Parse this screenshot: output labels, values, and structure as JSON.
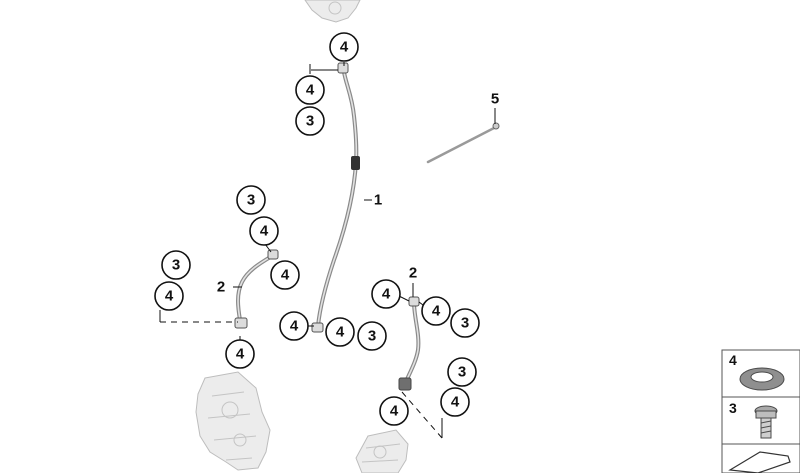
{
  "callouts": {
    "top_4": "4",
    "upper_left_4": "4",
    "upper_left_3": "3",
    "mid_left_3": "3",
    "mid_left_4": "4",
    "mid_right_4": "4",
    "far_left_3": "3",
    "far_left_4": "4",
    "bottom_left_4": "4",
    "center_4a": "4",
    "center_4b": "4",
    "center_3": "3",
    "right_4a": "4",
    "right_4b": "4",
    "right_3a": "3",
    "right_3b": "3",
    "bottom_right_4a": "4",
    "bottom_right_4b": "4"
  },
  "labels": {
    "part_1": "1",
    "part_2_left": "2",
    "part_2_right": "2",
    "part_5": "5"
  },
  "legend": {
    "item_4": "4",
    "item_3": "3"
  },
  "colors": {
    "line": "#111111",
    "hose": "#8a8a8a",
    "ghost": "#ececec"
  }
}
